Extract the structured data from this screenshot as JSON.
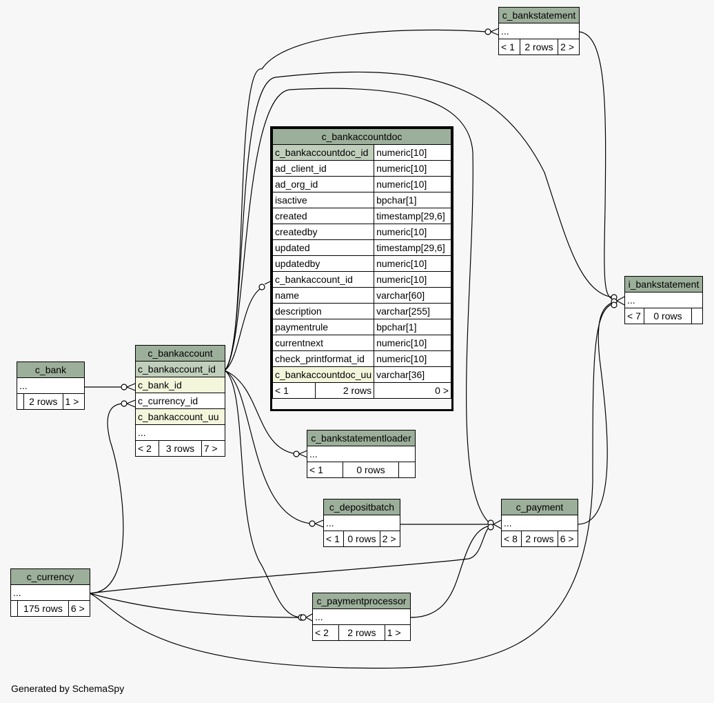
{
  "tables": {
    "c_bankstatement": {
      "name": "c_bankstatement",
      "row": "...",
      "nav_left": "< 1",
      "rows": "2 rows",
      "nav_right": "2 >"
    },
    "i_bankstatement": {
      "name": "i_bankstatement",
      "row": "...",
      "nav_left": "< 7",
      "rows": "0 rows",
      "nav_right": ""
    },
    "c_bank": {
      "name": "c_bank",
      "row": "...",
      "nav_left": "",
      "rows": "2 rows",
      "nav_right": "1 >"
    },
    "c_bankaccount": {
      "name": "c_bankaccount",
      "columns": [
        "c_bankaccount_id",
        "c_bank_id",
        "c_currency_id",
        "c_bankaccount_uu",
        "..."
      ],
      "nav_left": "< 2",
      "rows": "3 rows",
      "nav_right": "7 >"
    },
    "c_bankaccountdoc": {
      "name": "c_bankaccountdoc",
      "columns": [
        {
          "name": "c_bankaccountdoc_id",
          "type": "numeric[10]"
        },
        {
          "name": "ad_client_id",
          "type": "numeric[10]"
        },
        {
          "name": "ad_org_id",
          "type": "numeric[10]"
        },
        {
          "name": "isactive",
          "type": "bpchar[1]"
        },
        {
          "name": "created",
          "type": "timestamp[29,6]"
        },
        {
          "name": "createdby",
          "type": "numeric[10]"
        },
        {
          "name": "updated",
          "type": "timestamp[29,6]"
        },
        {
          "name": "updatedby",
          "type": "numeric[10]"
        },
        {
          "name": "c_bankaccount_id",
          "type": "numeric[10]"
        },
        {
          "name": "name",
          "type": "varchar[60]"
        },
        {
          "name": "description",
          "type": "varchar[255]"
        },
        {
          "name": "paymentrule",
          "type": "bpchar[1]"
        },
        {
          "name": "currentnext",
          "type": "numeric[10]"
        },
        {
          "name": "check_printformat_id",
          "type": "numeric[10]"
        },
        {
          "name": "c_bankaccountdoc_uu",
          "type": "varchar[36]"
        }
      ],
      "nav_left": "< 1",
      "rows": "2 rows",
      "nav_right": "0 >"
    },
    "c_bankstatementloader": {
      "name": "c_bankstatementloader",
      "row": "...",
      "nav_left": "< 1",
      "rows": "0 rows",
      "nav_right": ""
    },
    "c_depositbatch": {
      "name": "c_depositbatch",
      "row": "...",
      "nav_left": "< 1",
      "rows": "0 rows",
      "nav_right": "2 >"
    },
    "c_payment": {
      "name": "c_payment",
      "row": "...",
      "nav_left": "< 8",
      "rows": "2 rows",
      "nav_right": "6 >"
    },
    "c_currency": {
      "name": "c_currency",
      "row": "...",
      "nav_left": "",
      "rows": "175 rows",
      "nav_right": "6 >"
    },
    "c_paymentprocessor": {
      "name": "c_paymentprocessor",
      "row": "...",
      "nav_left": "< 2",
      "rows": "2 rows",
      "nav_right": "1 >"
    }
  },
  "colors": {
    "header": "#9caf9a",
    "primary_key": "#bfcfbc",
    "foreign_key": "#f4f6dc",
    "background": "#f7f7f7"
  },
  "footer": "Generated by SchemaSpy"
}
